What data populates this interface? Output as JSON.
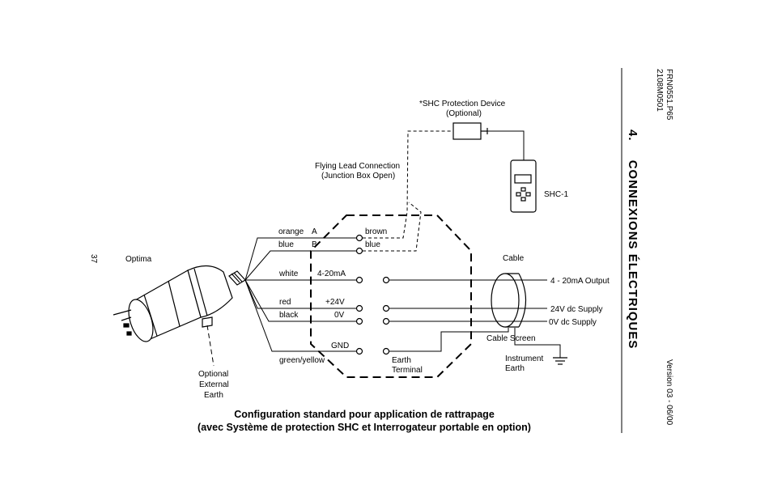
{
  "page": {
    "number": "37",
    "doc_code": "FRN0551.P65",
    "doc_ref": "2108M0501",
    "version": "Version 03 - 06/00",
    "section_number": "4.",
    "section_title": "CONNEXIONS ÉLECTRIQUES"
  },
  "diagram": {
    "device": "Optima",
    "optional_earth": [
      "Optional",
      "External",
      "Earth"
    ],
    "shc_device": [
      "*SHC Protection Device",
      "(Optional)"
    ],
    "flying_lead": [
      "Flying Lead Connection",
      "(Junction Box Open)"
    ],
    "shc_handheld": "SHC-1",
    "wires": {
      "orange": "orange",
      "terminal_a": "A",
      "blue": "blue",
      "terminal_b": "B",
      "white": "white",
      "red": "red",
      "black": "black",
      "green_yellow": "green/yellow"
    },
    "terminals": {
      "brown": "brown",
      "blue": "blue",
      "ma": "4-20mA",
      "plus24": "+24V",
      "zero": "0V",
      "gnd": "GND",
      "earth_terminal": [
        "Earth",
        "Terminal"
      ]
    },
    "cable": {
      "label": "Cable",
      "output": "4 - 20mA Output",
      "supply": "24V dc Supply",
      "zero": "0V dc Supply",
      "screen": "Cable Screen",
      "instrument_earth": [
        "Instrument",
        "Earth"
      ]
    }
  },
  "caption": {
    "line1": "Configuration standard pour application de rattrapage",
    "line2": "(avec Système de protection SHC et Interrogateur portable en option)"
  }
}
